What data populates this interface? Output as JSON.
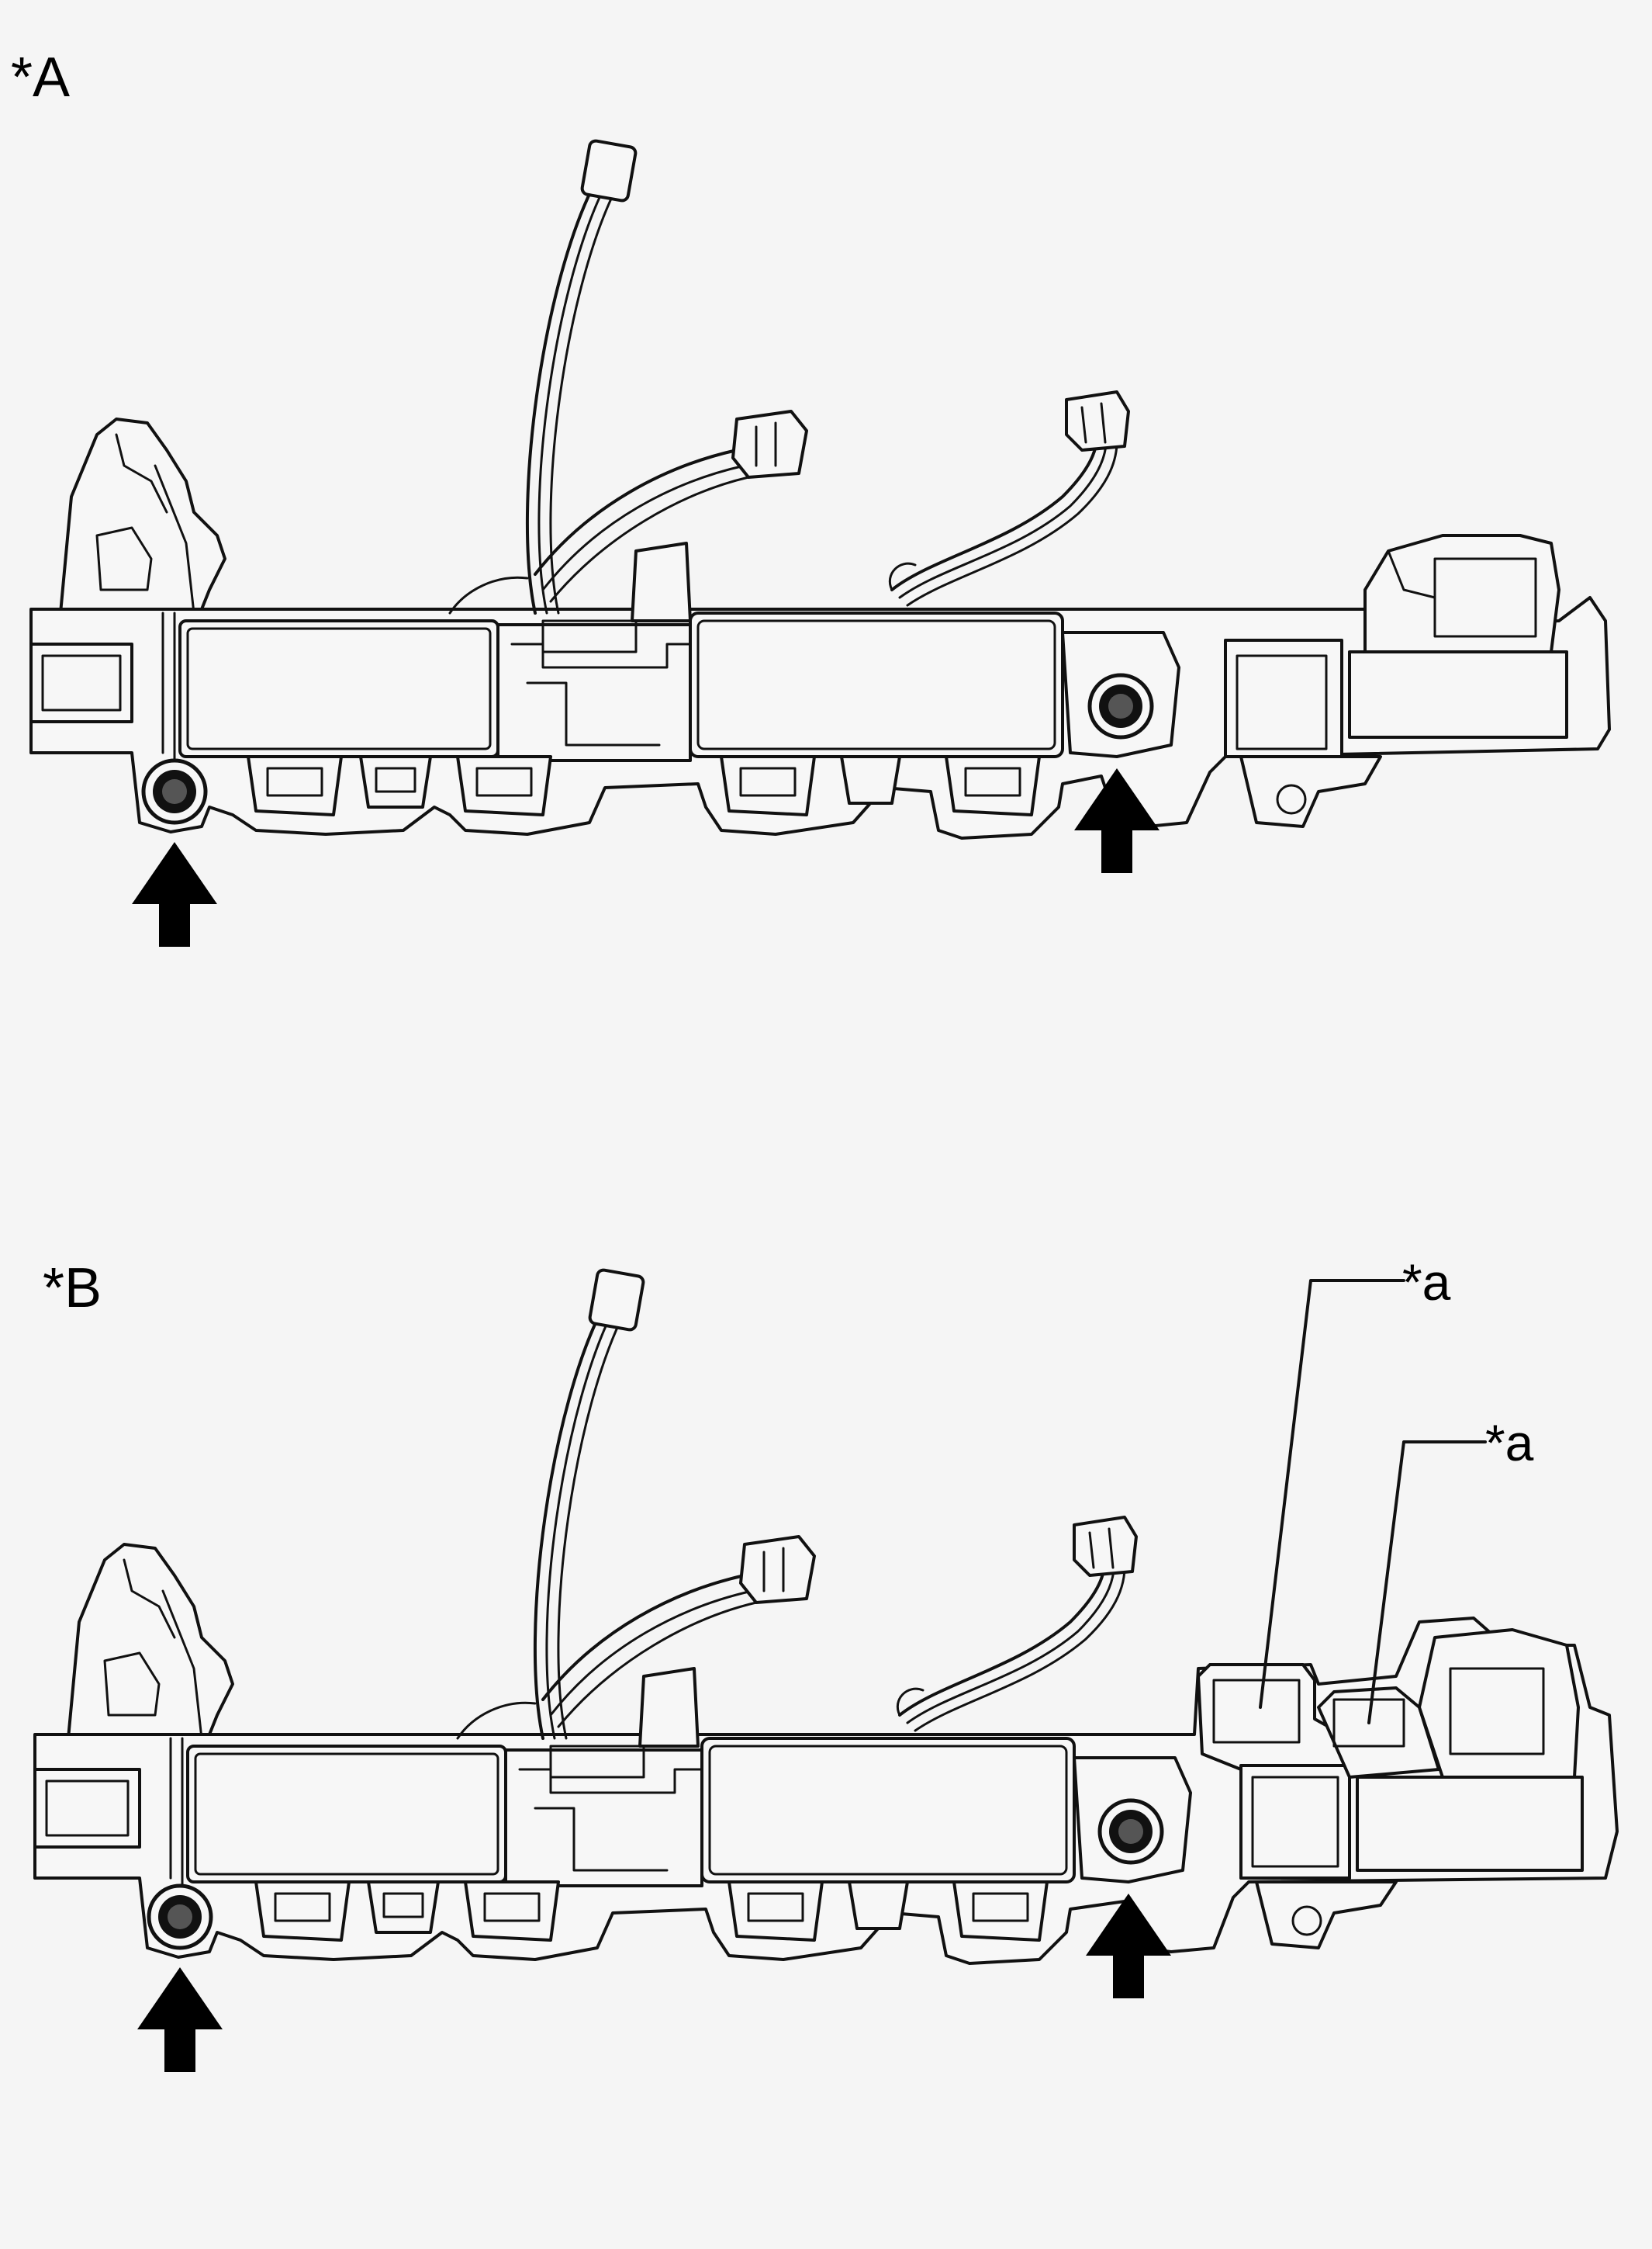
{
  "panels": [
    {
      "id": "A",
      "label": "*A",
      "has_callouts": false
    },
    {
      "id": "B",
      "label": "*B",
      "has_callouts": true
    }
  ],
  "callouts": [
    {
      "label": "*a"
    },
    {
      "label": "*a"
    }
  ],
  "markers": {
    "arrow_count_per_panel": 2,
    "arrow_color": "#000000"
  },
  "colors": {
    "background": "#f5f5f5",
    "line": "#111111"
  }
}
